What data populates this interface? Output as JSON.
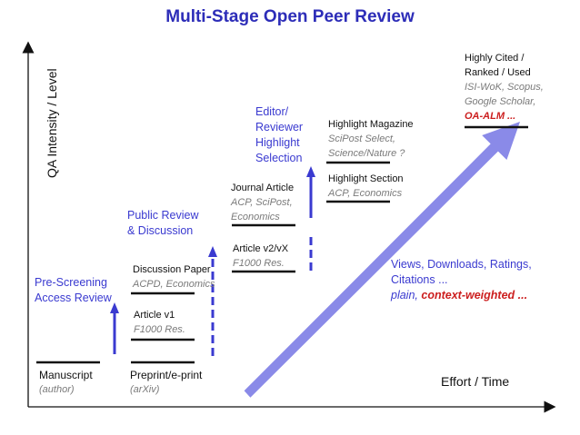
{
  "title": "Multi-Stage Open Peer Review",
  "axes": {
    "y_label": "QA Intensity / Level",
    "x_label": "Effort / Time"
  },
  "stages": {
    "manuscript": {
      "label": "Manuscript",
      "sub": "(author)"
    },
    "prescreening": {
      "line1": "Pre-Screening",
      "line2": "Access Review"
    },
    "preprint": {
      "label": "Preprint/e-print",
      "sub": "(arXiv)"
    },
    "article_v1": {
      "label": "Article v1",
      "sub": "F1000 Res."
    },
    "discussion_paper": {
      "label": "Discussion Paper",
      "sub": "ACPD, Economics"
    },
    "public_review": {
      "line1": "Public Review",
      "line2": "& Discussion"
    },
    "article_v2": {
      "label": "Article v2/vX",
      "sub": "F1000 Res."
    },
    "journal_article": {
      "label": "Journal Article",
      "sub1": "ACP, SciPost,",
      "sub2": "Economics"
    },
    "editor_selection": {
      "line1": "Editor/",
      "line2": "Reviewer",
      "line3": "Highlight",
      "line4": "Selection"
    },
    "highlight_section": {
      "label": "Highlight Section",
      "sub": "ACP, Economics"
    },
    "highlight_magazine": {
      "label": "Highlight Magazine",
      "sub1": "SciPost Select,",
      "sub2": "Science/Nature ?"
    },
    "highly_cited": {
      "line1": "Highly Cited /",
      "line2": "Ranked / Used",
      "sub1": "ISI-WoK, Scopus,",
      "sub2": "Google Scholar,",
      "red": "OA-ALM ..."
    }
  },
  "metrics": {
    "line1": "Views, Downloads, Ratings,",
    "line2": "Citations ...",
    "line3_plain": "plain,",
    "line3_weighted": "context-weighted ..."
  },
  "colors": {
    "accent_blue": "#3a3ad0",
    "arrow_fill": "#8a8ae8",
    "highlight_red": "#cc1e1e",
    "title_blue": "#2d2db8"
  }
}
